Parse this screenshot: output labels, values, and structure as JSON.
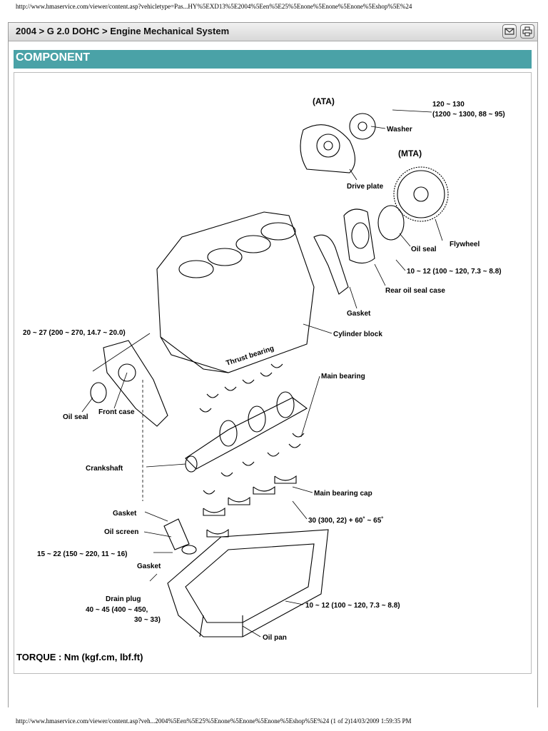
{
  "browser": {
    "header_url": "http://www.hmaservice.com/viewer/content.asp?vehicletype=Pas...HY%5EXD13%5E2004%5Een%5E25%5Enone%5Enone%5Enone%5Eshop%5E%24",
    "footer_text": "http://www.hmaservice.com/viewer/content.asp?veh...2004%5Een%5E25%5Enone%5Enone%5Enone%5Eshop%5E%24 (1 of 2)14/03/2009 1:59:35 PM"
  },
  "titlebar": {
    "breadcrumb": "2004 > G 2.0 DOHC > Engine Mechanical System",
    "buttons": [
      {
        "icon": "mail-icon"
      },
      {
        "icon": "printer-icon"
      }
    ]
  },
  "section": {
    "title": "COMPONENT"
  },
  "diagram": {
    "labels": {
      "ata": "(ATA)",
      "mta": "(MTA)",
      "torque_top_1": "120 ~ 130",
      "torque_top_2": "(1200 ~ 1300, 88 ~ 95)",
      "washer": "Washer",
      "drive_plate": "Drive plate",
      "oil_seal_rear": "Oil seal",
      "flywheel": "Flywheel",
      "torque_rear_case": "10 ~ 12 (100 ~ 120, 7.3 ~ 8.8)",
      "rear_oil_seal_case": "Rear oil seal case",
      "gasket_rear": "Gasket",
      "cylinder_block": "Cylinder block",
      "torque_front_case": "20 ~ 27 (200 ~ 270, 14.7 ~ 20.0)",
      "thrust_bearing": "Thrust bearing",
      "main_bearing": "Main bearing",
      "oil_seal_front": "Oil seal",
      "front_case": "Front case",
      "crankshaft": "Crankshaft",
      "main_bearing_cap": "Main bearing cap",
      "torque_cap": "30 (300, 22) + 60˚ ~ 65˚",
      "gasket_screen": "Gasket",
      "oil_screen": "Oil screen",
      "torque_screen": "15 ~ 22 (150 ~ 220, 11 ~ 16)",
      "gasket_drain": "Gasket",
      "drain_plug": "Drain plug",
      "torque_drain_1": "40 ~ 45 (400 ~ 450,",
      "torque_drain_2": "30 ~ 33)",
      "torque_pan": "10 ~ 12 (100 ~ 120, 7.3 ~ 8.8)",
      "oil_pan": "Oil pan"
    },
    "torque_note": "TORQUE : Nm (kgf.cm, lbf.ft)"
  }
}
